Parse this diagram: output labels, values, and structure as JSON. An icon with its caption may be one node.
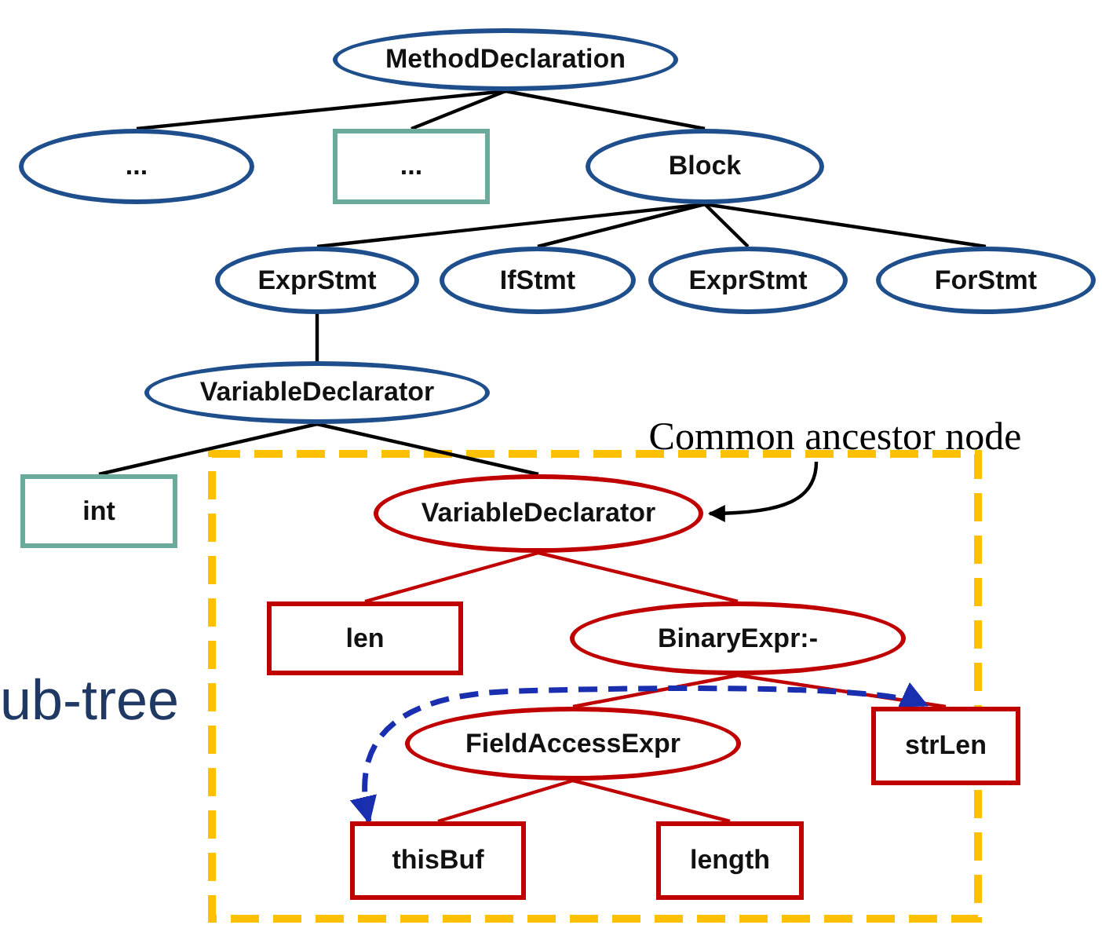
{
  "diagram": {
    "nodes": [
      {
        "text": [
          "MethodDeclaration"
        ]
      },
      {
        "text": [
          "..."
        ]
      },
      {
        "text": [
          "..."
        ]
      },
      {
        "text": [
          "Block"
        ]
      },
      {
        "text": [
          "ExprStmt"
        ]
      },
      {
        "text": [
          "IfStmt"
        ]
      },
      {
        "text": [
          "ExprStmt"
        ]
      },
      {
        "text": [
          "ForStmt"
        ]
      },
      {
        "text": [
          "VariableDeclarator"
        ]
      },
      {
        "text": [
          "int"
        ]
      },
      {
        "text": [
          "VariableDeclarator"
        ]
      },
      {
        "text": [
          "len"
        ]
      },
      {
        "text": [
          "BinaryExpr:-"
        ]
      },
      {
        "text": [
          "FieldAccessExpr"
        ]
      },
      {
        "text": [
          "strLen"
        ]
      },
      {
        "text": [
          "thisBuf"
        ]
      },
      {
        "text": [
          "length"
        ]
      },
      {
        "text": [
          "Common ancestor node"
        ]
      }
    ],
    "edges": [
      {
        "from": 0,
        "to": 1,
        "arrow": "none"
      },
      {
        "from": 0,
        "to": 2,
        "arrow": "none"
      },
      {
        "from": 0,
        "to": 3,
        "arrow": "none"
      },
      {
        "from": 3,
        "to": 4,
        "arrow": "none"
      },
      {
        "from": 3,
        "to": 5,
        "arrow": "none"
      },
      {
        "from": 3,
        "to": 6,
        "arrow": "none"
      },
      {
        "from": 3,
        "to": 7,
        "arrow": "none"
      },
      {
        "from": 4,
        "to": 8,
        "arrow": "none"
      },
      {
        "from": 8,
        "to": 9,
        "arrow": "none"
      },
      {
        "from": 8,
        "to": 10,
        "arrow": "none"
      },
      {
        "from": 10,
        "to": 11,
        "arrow": "none",
        "color": "#c00000"
      },
      {
        "from": 10,
        "to": 12,
        "arrow": "none",
        "color": "#c00000"
      },
      {
        "from": 12,
        "to": 13,
        "arrow": "none",
        "color": "#c00000"
      },
      {
        "from": 12,
        "to": 14,
        "arrow": "none",
        "color": "#c00000"
      },
      {
        "from": 13,
        "to": 15,
        "arrow": "none",
        "color": "#c00000"
      },
      {
        "from": 13,
        "to": 16,
        "arrow": "none",
        "color": "#c00000"
      },
      {
        "from": 17,
        "to": 10,
        "arrow": "to"
      },
      {
        "from": 15,
        "to": 14,
        "arrow": "both",
        "style": "dashed",
        "color": "#1a2fb0"
      }
    ],
    "labels": [
      "ub-tree"
    ]
  }
}
